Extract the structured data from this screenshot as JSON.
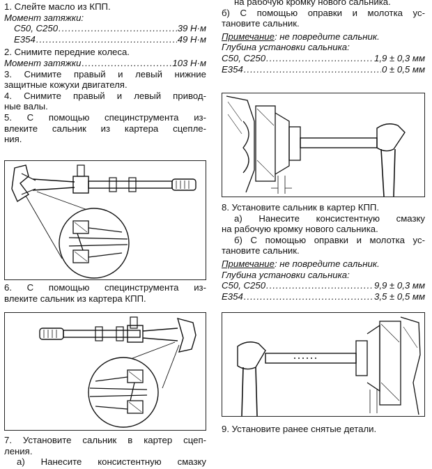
{
  "left": {
    "step1": "1. Слейте масло из КПП.",
    "torque_label_1": "Момент затяжки:",
    "torque_rows_1": [
      {
        "label": "C50, C250",
        "value": "39 Н·м"
      },
      {
        "label": "E354",
        "value": "49 Н·м"
      }
    ],
    "step2": "2. Снимите передние колеса.",
    "torque_row_2": {
      "label": "Момент затяжки",
      "value": "103 Н·м"
    },
    "step3": [
      "3. Снимите правый и левый нижние",
      "защитные кожухи двигателя."
    ],
    "step4": [
      "4. Снимите правый и левый привод-",
      "ные валы."
    ],
    "step5": [
      "5. С помощью специнструмента из-",
      "влеките сальник из картера сцепле-",
      "ния."
    ],
    "step6": [
      "6. С помощью специнструмента из-",
      "влеките сальник из картера КПП."
    ],
    "step7": [
      "7. Установите сальник в картер сцеп-",
      "ления."
    ],
    "step7a": "а) Нанесите консистентную смазку"
  },
  "right": {
    "top_lines": [
      "на рабочую кромку нового сальника.",
      "б) С помощью оправки и молотка ус-",
      "тановите сальник."
    ],
    "note_label": "Примечание",
    "note_text": ": не повредите сальник.",
    "depth_label": "Глубина установки сальника:",
    "depth_rows_1": [
      {
        "label": "C50, C250",
        "value": "1,9 ± 0,3 мм"
      },
      {
        "label": "E354",
        "value": "0 ± 0,5 мм"
      }
    ],
    "step8": "8. Установите сальник в картер КПП.",
    "step8a": [
      "а) Нанесите консистентную смазку",
      "на рабочую кромку нового сальника."
    ],
    "step8b": [
      "б) С помощью оправки и молотка ус-",
      "тановите сальник."
    ],
    "note2_label": "Примечание",
    "note2_text": ": не повредите сальник.",
    "depth2_label": "Глубина установки сальника:",
    "depth_rows_2": [
      {
        "label": "C50, C250",
        "value": "9,9 ± 0,3 мм"
      },
      {
        "label": "E354",
        "value": "3,5 ± 0,5 мм"
      }
    ],
    "step9": "9. Установите ранее снятые детали."
  }
}
